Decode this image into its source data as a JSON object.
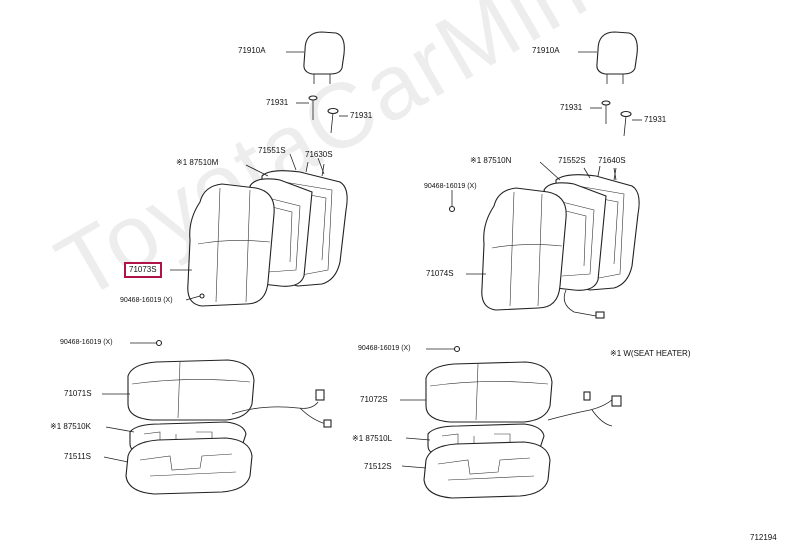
{
  "diagram": {
    "watermark": "ToyotaCarMine.ru",
    "figure_number": "712194",
    "note": "※1 W(SEAT HEATER)",
    "colors": {
      "highlight": "#b0124a",
      "line": "#222222"
    },
    "labels": {
      "l_71910a": "71910A",
      "l_71931_a": "71931",
      "l_71931_b": "71931",
      "l_71551s": "71551S",
      "l_71630s": "71630S",
      "l_87510m": "※1 87510M",
      "l_71073s": "71073S",
      "l_90468_1": "90468-16019 (X)",
      "r_71910a": "71910A",
      "r_71931_a": "71931",
      "r_71931_b": "71931",
      "r_87510n": "※1 87510N",
      "r_71552s": "71552S",
      "r_71640s": "71640S",
      "r_90468_1": "90468-16019 (X)",
      "r_71074s": "71074S",
      "bl_90468": "90468-16019 (X)",
      "bl_71071s": "71071S",
      "bl_87510k": "※1 87510K",
      "bl_71511s": "71511S",
      "br_90468": "90468-16019 (X)",
      "br_71072s": "71072S",
      "br_87510l": "※1 87510L",
      "br_71512s": "71512S"
    }
  }
}
